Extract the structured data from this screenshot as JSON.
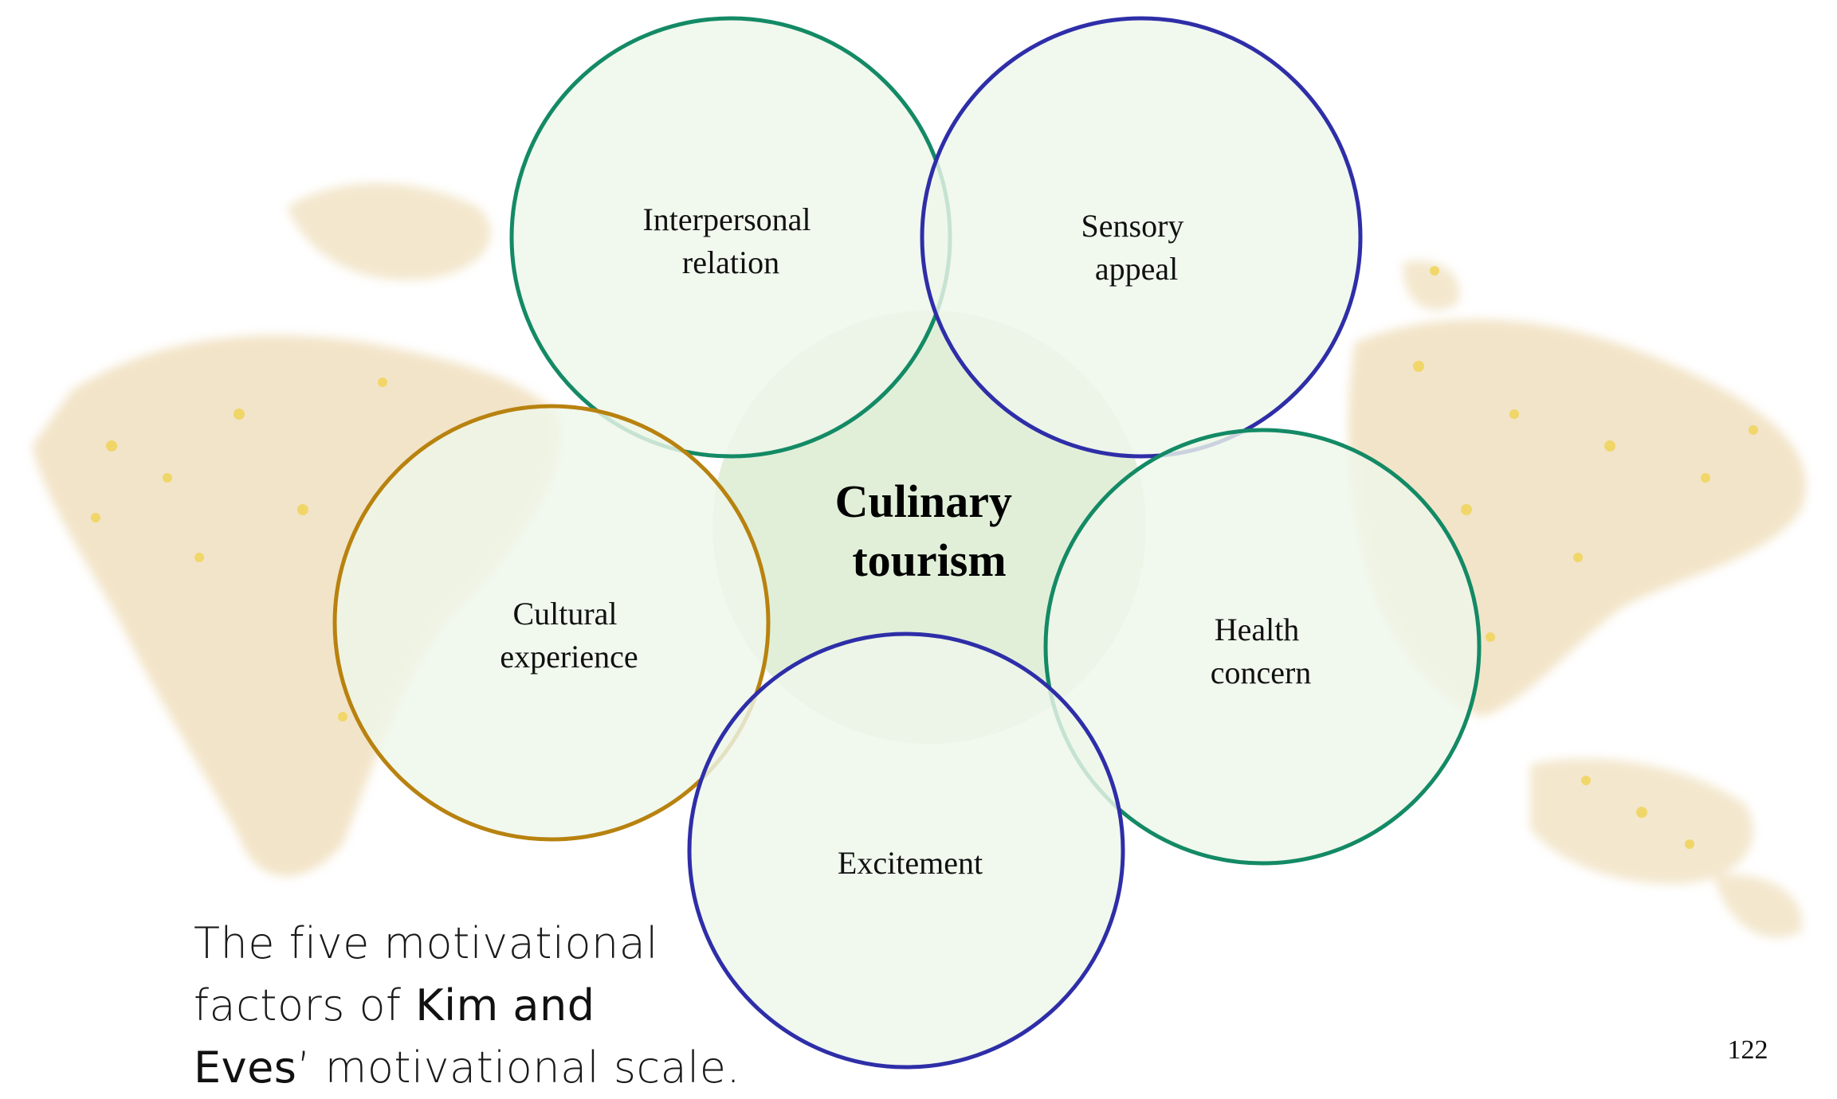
{
  "diagram": {
    "center": {
      "lines": [
        "Culinary",
        "tourism"
      ]
    },
    "factors": [
      {
        "id": "interpersonal-relation",
        "lines": [
          "Interpersonal",
          "relation"
        ],
        "color": "#138a65"
      },
      {
        "id": "sensory-appeal",
        "lines": [
          "Sensory",
          "appeal"
        ],
        "color": "#2e2ea8"
      },
      {
        "id": "cultural-experience",
        "lines": [
          "Cultural",
          "experience"
        ],
        "color": "#b8820f"
      },
      {
        "id": "health-concern",
        "lines": [
          "Health",
          "concern"
        ],
        "color": "#138a65"
      },
      {
        "id": "excitement",
        "lines": [
          "Excitement"
        ],
        "color": "#2e2ea8"
      }
    ],
    "colors": {
      "circle_fill": "#eef6ea",
      "center_fill": "#d9ebcf"
    }
  },
  "caption": {
    "part1": "The five motivational",
    "part2": "factors of ",
    "part3": "Kim and",
    "part4": "Eves",
    "part5": "’ motivational scale."
  },
  "page_number": "122"
}
